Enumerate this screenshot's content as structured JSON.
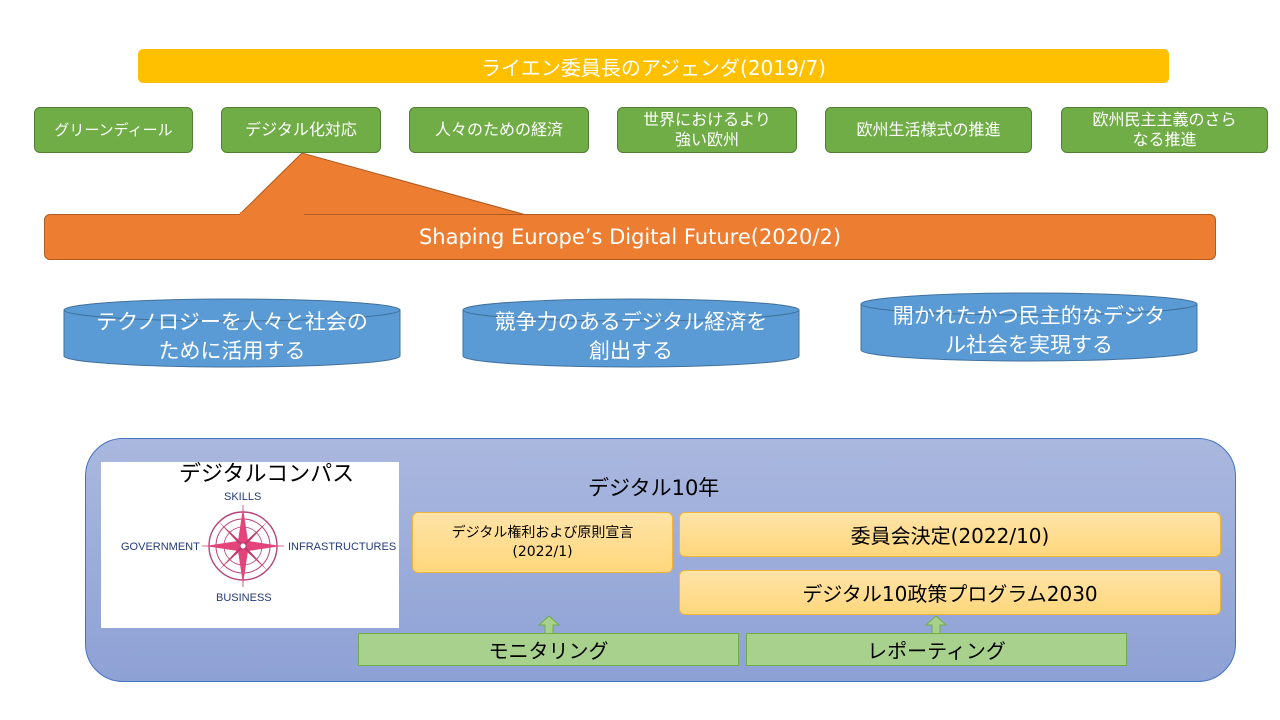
{
  "agenda": {
    "title": "ライエン委員長のアジェンダ(2019/7)"
  },
  "pillars": [
    {
      "label": "グリーンディール"
    },
    {
      "label": "デジタル化対応"
    },
    {
      "label": "人々のための経済"
    },
    {
      "label": "世界におけるより\n強い欧州"
    },
    {
      "label": "欧州生活様式の推進"
    },
    {
      "label": "欧州民主主義のさら\nなる推進"
    }
  ],
  "shaping": {
    "title": "Shaping Europe’s Digital Future(2020/2)"
  },
  "goals": [
    {
      "label": "テクノロジーを人々と社会の\nために活用する"
    },
    {
      "label": "競争力のあるデジタル経済を\n創出する"
    },
    {
      "label": "開かれたかつ民主的なデジタ\nル社会を実現する"
    }
  ],
  "compass": {
    "title": "デジタルコンパス",
    "skills": "SKILLS",
    "government": "GOVERNMENT",
    "infrastructures": "INFRASTRUCTURES",
    "business": "BUSINESS"
  },
  "decade": {
    "title": "デジタル10年",
    "declaration": "デジタル権利および原則宣言\n(2022/1)",
    "decision": "委員会決定(2022/10)",
    "program": "デジタル10政策プログラム2030",
    "monitoring": "モニタリング",
    "reporting": "レポーティング"
  },
  "colors": {
    "agenda": "#ffc000",
    "pillar": "#70ad47",
    "shaping": "#ed7d31",
    "goal": "#5b9bd5",
    "panel": "#9fb0dc",
    "yellow_box": "#ffd77c",
    "green_bar": "#a9d18e"
  }
}
